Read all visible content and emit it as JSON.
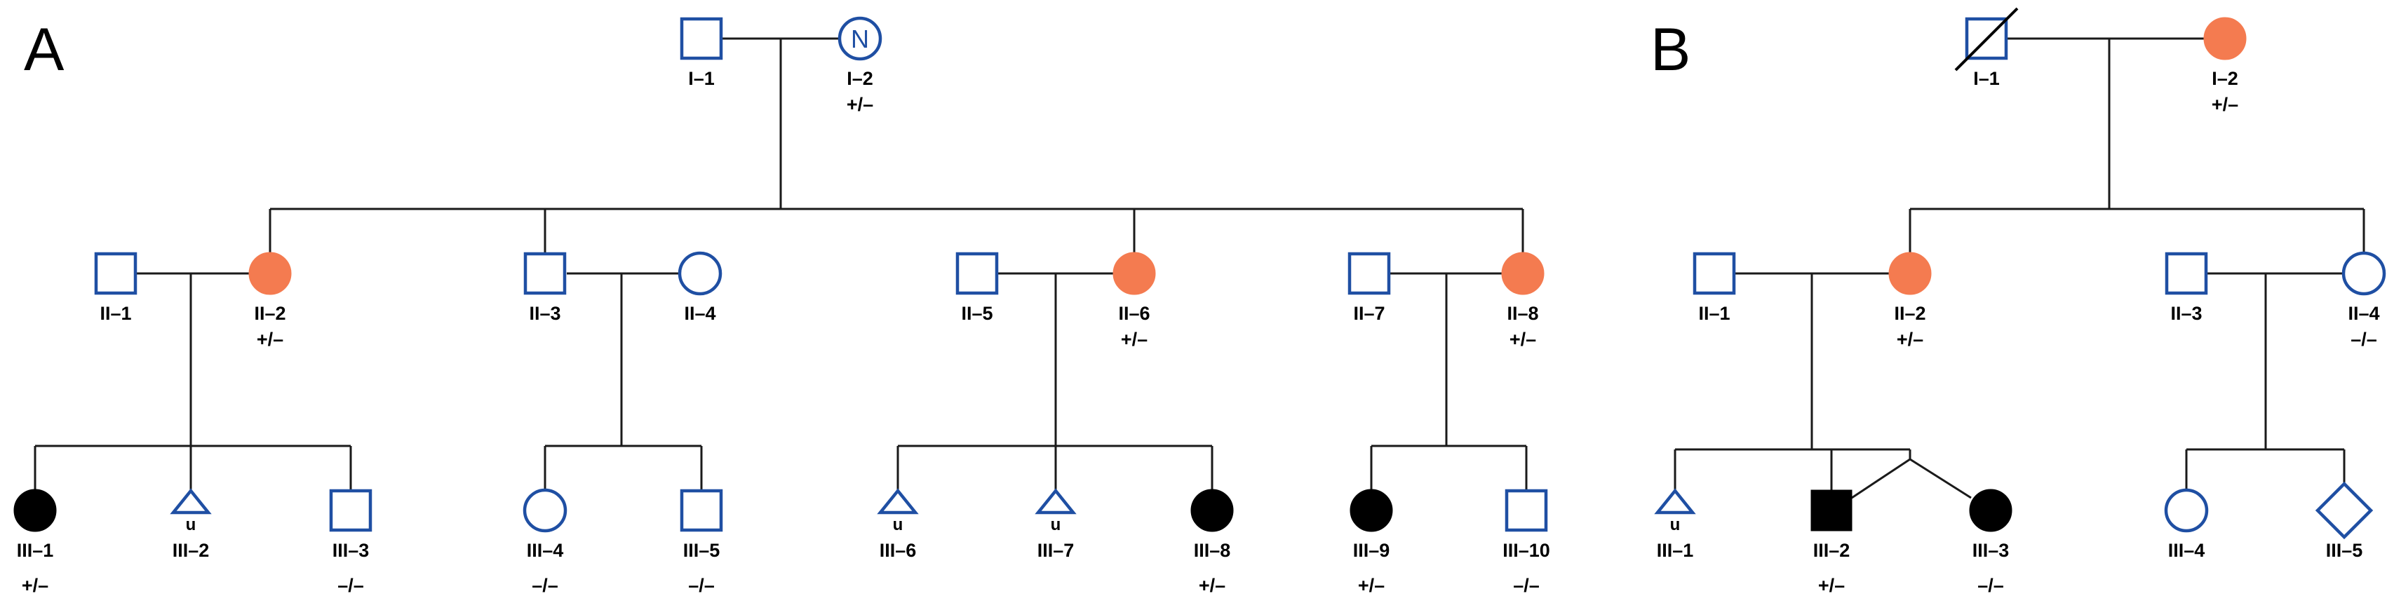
{
  "panels": [
    {
      "id": "A",
      "label": "A"
    },
    {
      "id": "B",
      "label": "B"
    }
  ],
  "colors": {
    "unaffected_stroke": "#1f4fa3",
    "affected_fill": "#000000",
    "carrier_fill": "#f47b50",
    "line": "#1a1a1a"
  },
  "legend_semantics": {
    "square": "male",
    "circle": "female",
    "triangle": "unknown-sex",
    "diamond": "unknown-sex"
  },
  "pedigree_A": {
    "individuals": [
      {
        "id": "I-1",
        "label": "I–1",
        "sex": "male",
        "status": "unaffected",
        "genotype": ""
      },
      {
        "id": "I-2",
        "label": "I–2",
        "sex": "female",
        "status": "unaffected",
        "genotype": "+/–",
        "inner": "N"
      },
      {
        "id": "II-1",
        "label": "II–1",
        "sex": "male",
        "status": "unaffected",
        "genotype": ""
      },
      {
        "id": "II-2",
        "label": "II–2",
        "sex": "female",
        "status": "carrier",
        "genotype": "+/–"
      },
      {
        "id": "II-3",
        "label": "II–3",
        "sex": "male",
        "status": "unaffected",
        "genotype": ""
      },
      {
        "id": "II-4",
        "label": "II–4",
        "sex": "female",
        "status": "unaffected",
        "genotype": ""
      },
      {
        "id": "II-5",
        "label": "II–5",
        "sex": "male",
        "status": "unaffected",
        "genotype": ""
      },
      {
        "id": "II-6",
        "label": "II–6",
        "sex": "female",
        "status": "carrier",
        "genotype": "+/–"
      },
      {
        "id": "II-7",
        "label": "II–7",
        "sex": "male",
        "status": "unaffected",
        "genotype": ""
      },
      {
        "id": "II-8",
        "label": "II–8",
        "sex": "female",
        "status": "carrier",
        "genotype": "+/–"
      },
      {
        "id": "III-1",
        "label": "III–1",
        "sex": "female",
        "status": "affected",
        "genotype": "+/–"
      },
      {
        "id": "III-2",
        "label": "III–2",
        "sex": "unknown",
        "status": "unaffected",
        "genotype": "",
        "inner": "u"
      },
      {
        "id": "III-3",
        "label": "III–3",
        "sex": "male",
        "status": "unaffected",
        "genotype": "–/–"
      },
      {
        "id": "III-4",
        "label": "III–4",
        "sex": "female",
        "status": "unaffected",
        "genotype": "–/–"
      },
      {
        "id": "III-5",
        "label": "III–5",
        "sex": "male",
        "status": "unaffected",
        "genotype": "–/–"
      },
      {
        "id": "III-6",
        "label": "III–6",
        "sex": "unknown",
        "status": "unaffected",
        "genotype": "",
        "inner": "u"
      },
      {
        "id": "III-7",
        "label": "III–7",
        "sex": "unknown",
        "status": "unaffected",
        "genotype": "",
        "inner": "u"
      },
      {
        "id": "III-8",
        "label": "III–8",
        "sex": "female",
        "status": "affected",
        "genotype": "+/–"
      },
      {
        "id": "III-9",
        "label": "III–9",
        "sex": "female",
        "status": "affected",
        "genotype": "+/–"
      },
      {
        "id": "III-10",
        "label": "III–10",
        "sex": "male",
        "status": "unaffected",
        "genotype": "–/–"
      }
    ]
  },
  "pedigree_B": {
    "individuals": [
      {
        "id": "I-1",
        "label": "I–1",
        "sex": "male",
        "status": "unaffected",
        "deceased": true,
        "genotype": ""
      },
      {
        "id": "I-2",
        "label": "I–2",
        "sex": "female",
        "status": "carrier",
        "genotype": "+/–"
      },
      {
        "id": "II-1",
        "label": "II–1",
        "sex": "male",
        "status": "unaffected",
        "genotype": ""
      },
      {
        "id": "II-2",
        "label": "II–2",
        "sex": "female",
        "status": "carrier",
        "genotype": "+/–"
      },
      {
        "id": "II-3",
        "label": "II–3",
        "sex": "male",
        "status": "unaffected",
        "genotype": ""
      },
      {
        "id": "II-4",
        "label": "II–4",
        "sex": "female",
        "status": "unaffected",
        "genotype": "–/–"
      },
      {
        "id": "III-1",
        "label": "III–1",
        "sex": "unknown",
        "status": "unaffected",
        "genotype": "",
        "inner": "u"
      },
      {
        "id": "III-2",
        "label": "III–2",
        "sex": "male",
        "status": "affected",
        "genotype": "+/–"
      },
      {
        "id": "III-3",
        "label": "III–3",
        "sex": "female",
        "status": "affected",
        "genotype": "–/–"
      },
      {
        "id": "III-4",
        "label": "III–4",
        "sex": "female",
        "status": "unaffected",
        "genotype": ""
      },
      {
        "id": "III-5",
        "label": "III–5",
        "sex": "unknown-diamond",
        "status": "unaffected",
        "genotype": ""
      }
    ]
  }
}
